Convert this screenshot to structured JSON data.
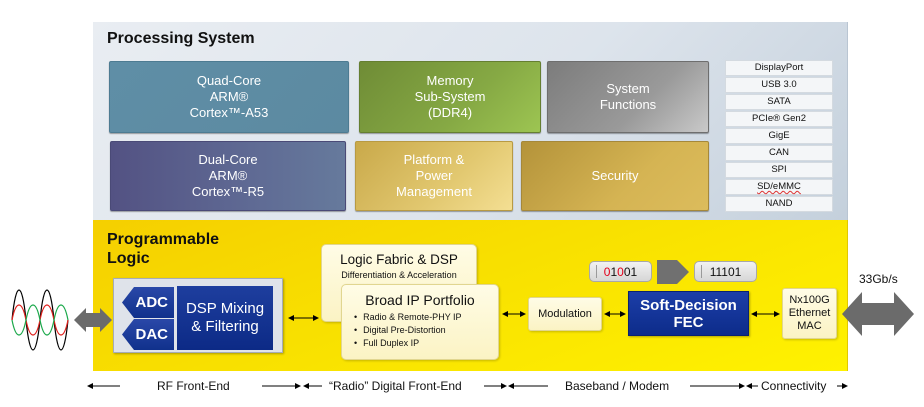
{
  "processing_system": {
    "title": "Processing System",
    "blocks": {
      "quad_core": [
        "Quad-Core",
        "ARM®",
        "Cortex™-A53"
      ],
      "memory": [
        "Memory",
        "Sub-System",
        "(DDR4)"
      ],
      "system_functions": [
        "System",
        "Functions"
      ],
      "dual_core": [
        "Dual-Core",
        "ARM®",
        "Cortex™-R5"
      ],
      "platform": [
        "Platform &",
        "Power",
        "Management"
      ],
      "security": [
        "Security"
      ]
    },
    "io_interfaces": [
      "DisplayPort",
      "USB 3.0",
      "SATA",
      "PCIe® Gen2",
      "GigE",
      "CAN",
      "SPI",
      "SD/eMMC",
      "NAND"
    ]
  },
  "programmable_logic": {
    "title_lines": [
      "Programmable",
      "Logic"
    ],
    "adc": "ADC",
    "dac": "DAC",
    "dsp_lines": [
      "DSP Mixing",
      "& Filtering"
    ],
    "logic_fabric": {
      "title": "Logic Fabric & DSP",
      "subtitle": "Differentiation & Acceleration"
    },
    "ip_portfolio": {
      "title": "Broad IP Portfolio",
      "items": [
        "Radio & Remote-PHY IP",
        "Digital Pre-Distortion",
        "Full Duplex IP"
      ]
    },
    "modulation": "Modulation",
    "fec_lines": [
      "Soft-Decision",
      "FEC"
    ],
    "bits_in": {
      "d0": "0",
      "d1": "1",
      "d2": "0",
      "d3": "0",
      "d4": "1"
    },
    "bits_out": "11101",
    "mac_lines": [
      "Nx100G",
      "Ethernet",
      "MAC"
    ]
  },
  "external": {
    "rate": "33Gb/s"
  },
  "segments": [
    "RF Front-End",
    "“Radio” Digital Front-End",
    "Baseband / Modem",
    "Connectivity"
  ],
  "colors": {
    "pl_yellow": "#f8e000",
    "ps_gray_blue": "#dde4ec",
    "accent_blue": "#10318c",
    "bit_error_red": "#e2001a"
  }
}
